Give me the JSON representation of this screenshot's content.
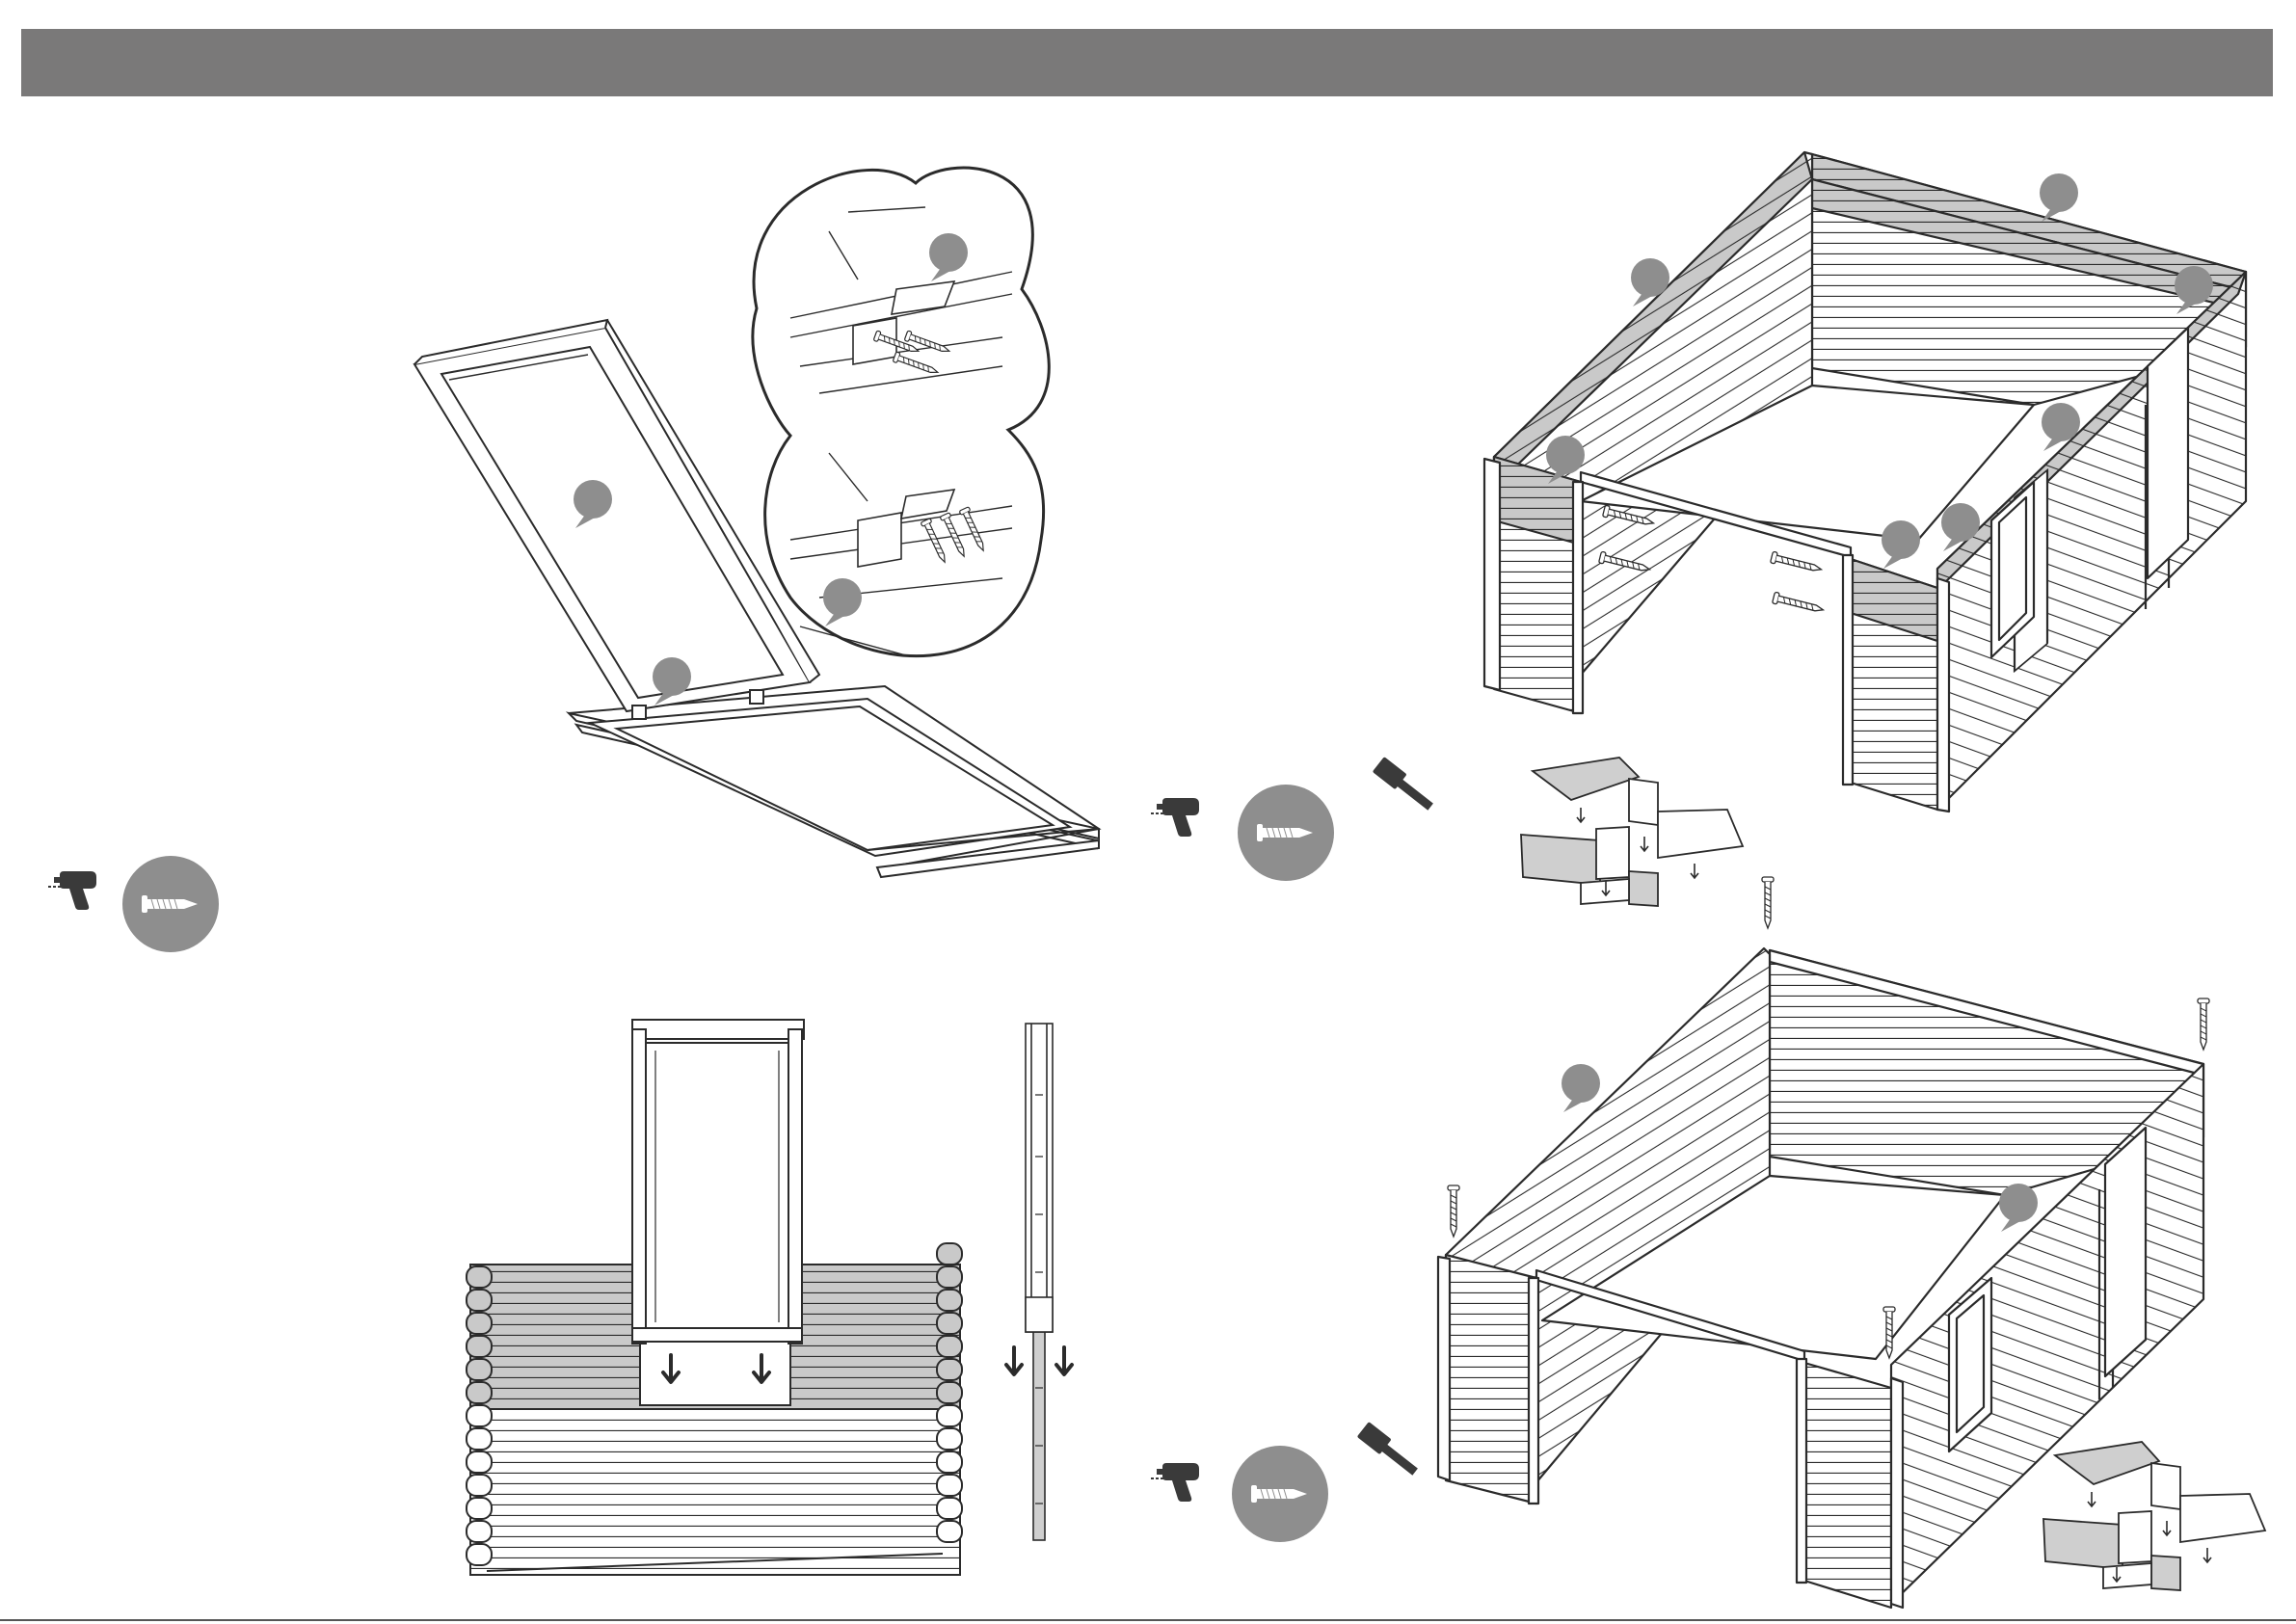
{
  "header": {
    "bar_color": "#7a7979"
  },
  "colors": {
    "line": "#2b2b2b",
    "callout": "#8e8e8e",
    "shade": "#bdbdbd",
    "dark": "#3a3a3a"
  },
  "icons": {
    "drill": "drill-icon",
    "screw_badge": "screw-badge-icon",
    "hammer": "hammer-icon",
    "down_arrow": "down-arrow-icon"
  },
  "steps": [
    {
      "name": "door-hinge-assembly",
      "tools": [
        "drill-icon",
        "screw-badge-icon"
      ]
    },
    {
      "name": "window-insert",
      "tools": []
    },
    {
      "name": "wall-frame-screwing",
      "tools": [
        "drill-icon",
        "screw-badge-icon",
        "hammer-icon"
      ]
    },
    {
      "name": "wall-top-screwing",
      "tools": [
        "drill-icon",
        "screw-badge-icon",
        "hammer-icon"
      ]
    }
  ]
}
